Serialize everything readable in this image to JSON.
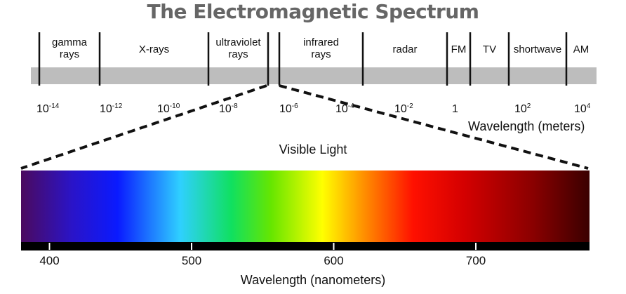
{
  "title": "The Electromagnetic Spectrum",
  "bands": [
    {
      "id": "gamma",
      "line1": "gamma",
      "line2": "rays"
    },
    {
      "id": "xray",
      "line1": "X-rays",
      "line2": ""
    },
    {
      "id": "uv",
      "line1": "ultraviolet",
      "line2": "rays"
    },
    {
      "id": "infrared",
      "line1": "infrared",
      "line2": "rays"
    },
    {
      "id": "radar",
      "line1": "radar",
      "line2": ""
    },
    {
      "id": "fm",
      "line1": "FM",
      "line2": ""
    },
    {
      "id": "tv",
      "line1": "TV",
      "line2": ""
    },
    {
      "id": "shortwave",
      "line1": "shortwave",
      "line2": ""
    },
    {
      "id": "am",
      "line1": "AM",
      "line2": ""
    }
  ],
  "wavelength_labels": [
    {
      "base": "10",
      "exp": "-14"
    },
    {
      "base": "10",
      "exp": "-12"
    },
    {
      "base": "10",
      "exp": "-10"
    },
    {
      "base": "10",
      "exp": "-8"
    },
    {
      "base": "10",
      "exp": "-6"
    },
    {
      "base": "10",
      "exp": "-4"
    },
    {
      "base": "10",
      "exp": "-2"
    },
    {
      "base": "1",
      "exp": ""
    },
    {
      "base": "10",
      "exp": "2"
    },
    {
      "base": "10",
      "exp": "4"
    }
  ],
  "meters_caption": "Wavelength (meters)",
  "visible_caption": "Visible Light",
  "nm_ticks": [
    "400",
    "500",
    "600",
    "700"
  ],
  "nm_range": [
    380,
    780
  ],
  "nm_caption": "Wavelength (nanometers)",
  "colors": {
    "title": "#666666",
    "band_bar": "#bdbdbd",
    "spectrum_stops": [
      "#4b0a5e",
      "#2a14c8",
      "#0a1aff",
      "#2fd0ff",
      "#10e060",
      "#66e600",
      "#ffff00",
      "#ff9400",
      "#ff1000",
      "#d40000",
      "#8a0000",
      "#3a0000"
    ]
  }
}
